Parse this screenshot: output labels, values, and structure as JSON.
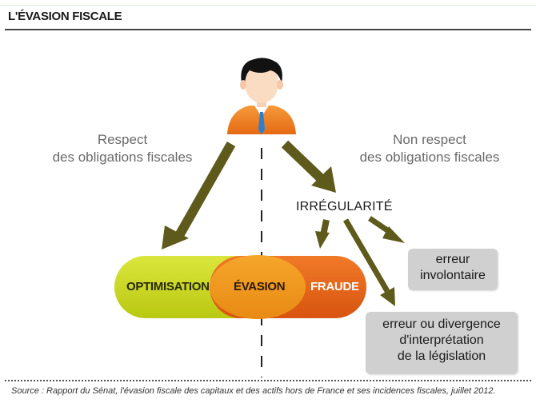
{
  "header": {
    "title": "L'ÉVASION FISCALE"
  },
  "labels": {
    "respect_line1": "Respect",
    "respect_line2": "des obligations fiscales",
    "nonrespect_line1": "Non respect",
    "nonrespect_line2": "des obligations fiscales",
    "irregularite": "IRRÉGULARITÉ"
  },
  "pills": {
    "optimisation": "OPTIMISATION",
    "evasion": "ÉVASION",
    "fraude": "FRAUDE"
  },
  "boxes": {
    "erreur_involontaire_line1": "erreur",
    "erreur_involontaire_line2": "involontaire",
    "erreur_divergence_line1": "erreur ou divergence",
    "erreur_divergence_line2": "d'interprétation",
    "erreur_divergence_line3": "de la législation"
  },
  "footer": {
    "source": "Source : Rapport du Sénat, l'évasion fiscale des capitaux et des actifs hors de France et ses incidences fiscales, juillet 2012."
  },
  "colors": {
    "optimisation": "#c9d820",
    "evasion": "#ef9a1e",
    "fraude": "#e5641a",
    "arrow": "#5d5a1c",
    "person_shirt": "#f07c22",
    "box": "#d0d0d0"
  }
}
